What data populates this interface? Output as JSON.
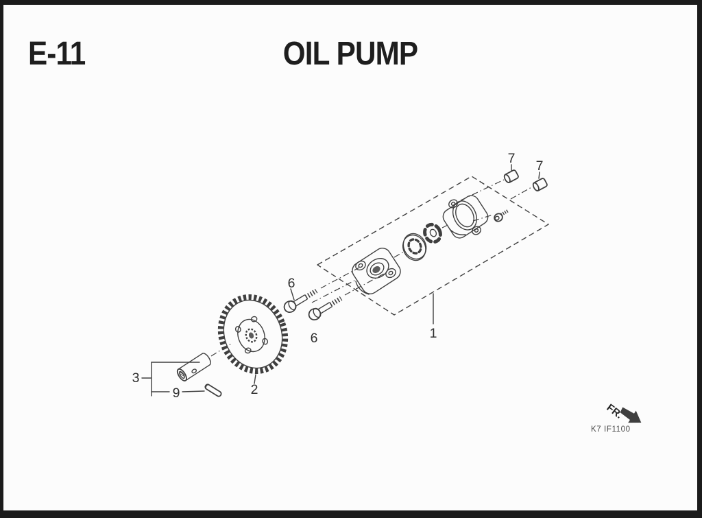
{
  "theme": {
    "paper": "#fcfcfc",
    "frame": "#1b1b1b",
    "line": "#3f3f3f",
    "label": "#2e2e2e",
    "title": "#1e1e1e"
  },
  "header": {
    "section_code": "E-11",
    "title": "OIL PUMP"
  },
  "diagram": {
    "type": "exploded-parts-diagram",
    "callouts": [
      {
        "label": "1"
      },
      {
        "label": "2"
      },
      {
        "label": "3"
      },
      {
        "label": "6"
      },
      {
        "label": "6"
      },
      {
        "label": "7"
      },
      {
        "label": "7"
      },
      {
        "label": "9"
      }
    ]
  },
  "footer": {
    "direction_label": "FR.",
    "catalog_code": "K7 IF1100"
  }
}
